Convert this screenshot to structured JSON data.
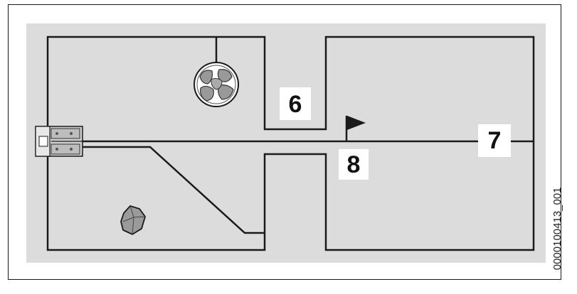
{
  "labels": {
    "area_6": "6",
    "guide_7": "7",
    "guide_8": "8"
  },
  "document_code": "0000100413_001",
  "colors": {
    "lawn": "#dcdcdc",
    "wire": "#1a1a1a",
    "label_box": "#ffffff"
  },
  "icons": {
    "station": "charging-station-icon",
    "tree": "tree-icon",
    "rock": "rock-icon",
    "flag": "flag-icon"
  }
}
